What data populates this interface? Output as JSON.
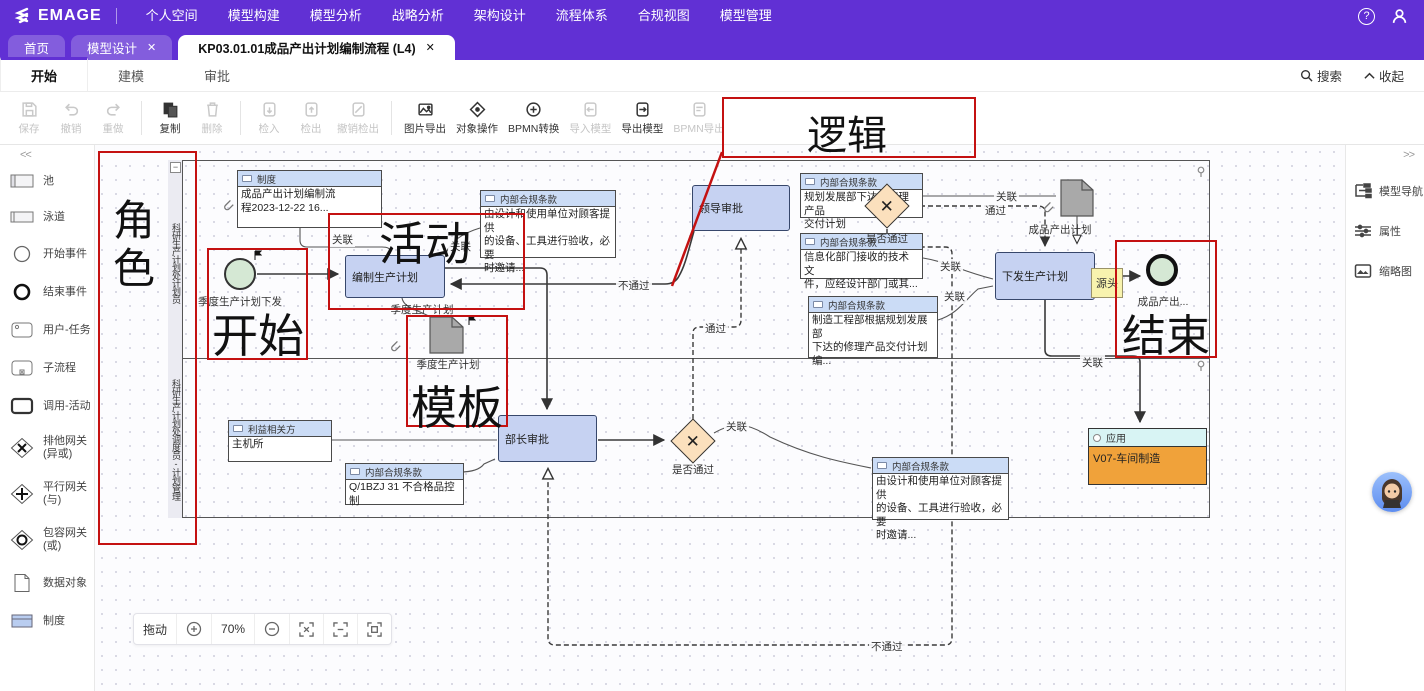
{
  "colors": {
    "accent": "#6130d4",
    "annotation_red": "#c41111",
    "task_fill": "#c6d2f2",
    "note_header": "#cbdcf6",
    "gateway_fill": "#fbe0bd",
    "event_fill": "#d5e8d4",
    "app_body": "#f0a23a",
    "app_header": "#d8f4f4",
    "badge_fill": "#f8f3ae"
  },
  "nav": {
    "logo": "EMAGE",
    "items": [
      "个人空间",
      "模型构建",
      "模型分析",
      "战略分析",
      "架构设计",
      "流程体系",
      "合规视图",
      "模型管理"
    ],
    "help": "?"
  },
  "tabs": {
    "items": [
      {
        "label": "首页"
      },
      {
        "label": "模型设计"
      },
      {
        "label": "KP03.01.01成品产出计划编制流程 (L4)"
      }
    ],
    "close": "✕"
  },
  "ribbon": {
    "tabs": [
      "开始",
      "建模",
      "审批"
    ],
    "search": "搜索",
    "collapse": "收起"
  },
  "toolbar": {
    "buttons": [
      "保存",
      "撤销",
      "重做",
      "复制",
      "删除",
      "检入",
      "检出",
      "撤销检出",
      "图片导出",
      "对象操作",
      "BPMN转换",
      "导入模型",
      "导出模型",
      "BPMN导出"
    ]
  },
  "palette": {
    "collapse": "<<",
    "items": [
      {
        "label": "池"
      },
      {
        "label": "泳道"
      },
      {
        "label": "开始事件"
      },
      {
        "label": "结束事件"
      },
      {
        "label": "用户-任务"
      },
      {
        "label": "子流程"
      },
      {
        "label": "调用-活动"
      },
      {
        "label": "排他网关",
        "sub": "(异或)"
      },
      {
        "label": "平行网关",
        "sub": "(与)"
      },
      {
        "label": "包容网关",
        "sub": "(或)"
      },
      {
        "label": "数据对象"
      },
      {
        "label": "制度"
      }
    ]
  },
  "rightpanel": {
    "collapse": ">>",
    "items": [
      "模型导航",
      "属性",
      "缩略图"
    ]
  },
  "zoombar": {
    "drag": "拖动",
    "zoom": "70%"
  },
  "diagram": {
    "lanes": [
      "科研生产计划处计划员",
      "科研生产计划处调度员-计划管理"
    ],
    "notes": {
      "zhidu": {
        "title": "制度",
        "lines": [
          "成品产出计划编制流",
          "程2023-12-22 16..."
        ]
      },
      "c1": {
        "title": "内部合规条款",
        "lines": [
          "由设计和使用单位对顾客提供",
          "的设备、工具进行验收，必要",
          "时邀请..."
        ]
      },
      "c2": {
        "title": "内部合规条款",
        "lines": [
          "规划发展部下达的修理产品",
          "交付计划"
        ]
      },
      "c3": {
        "title": "内部合规条款",
        "lines": [
          "信息化部门接收的技术文",
          "件，应经设计部门或其..."
        ]
      },
      "c4": {
        "title": "内部合规条款",
        "lines": [
          "制造工程部根据规划发展部",
          "下达的修理产品交付计划",
          "编..."
        ]
      },
      "c5": {
        "title": "内部合规条款",
        "lines": [
          "Q/1BZJ 31 不合格品控制"
        ]
      },
      "c6": {
        "title": "内部合规条款",
        "lines": [
          "由设计和使用单位对顾客提供",
          "的设备、工具进行验收，必要",
          "时邀请..."
        ]
      },
      "stakeholder": {
        "title": "利益相关方",
        "lines": [
          "主机所"
        ]
      }
    },
    "tasks": {
      "t1": "编制生产计划",
      "t2": "领导审批",
      "t3": "下发生产计划",
      "t4": "部长审批"
    },
    "gateways": {
      "g1": "是否通过",
      "g2": "是否通过"
    },
    "events": {
      "start_label": "季度生产计划下发",
      "end_label": "成品产出..."
    },
    "docs": {
      "d1": "季度生产计划",
      "d2": "成品产出计划"
    },
    "badge": "源头",
    "app": {
      "title": "应用",
      "name": "V07-车间制造"
    },
    "assoc_doc_label": "季度生产计划",
    "edge_labels": {
      "assoc": "关联",
      "pass": "通过",
      "fail": "不通过"
    }
  },
  "annotations": {
    "role": "角色",
    "start": "开始",
    "activity": "活动",
    "template": "模板",
    "logic": "逻辑",
    "end": "结束"
  }
}
